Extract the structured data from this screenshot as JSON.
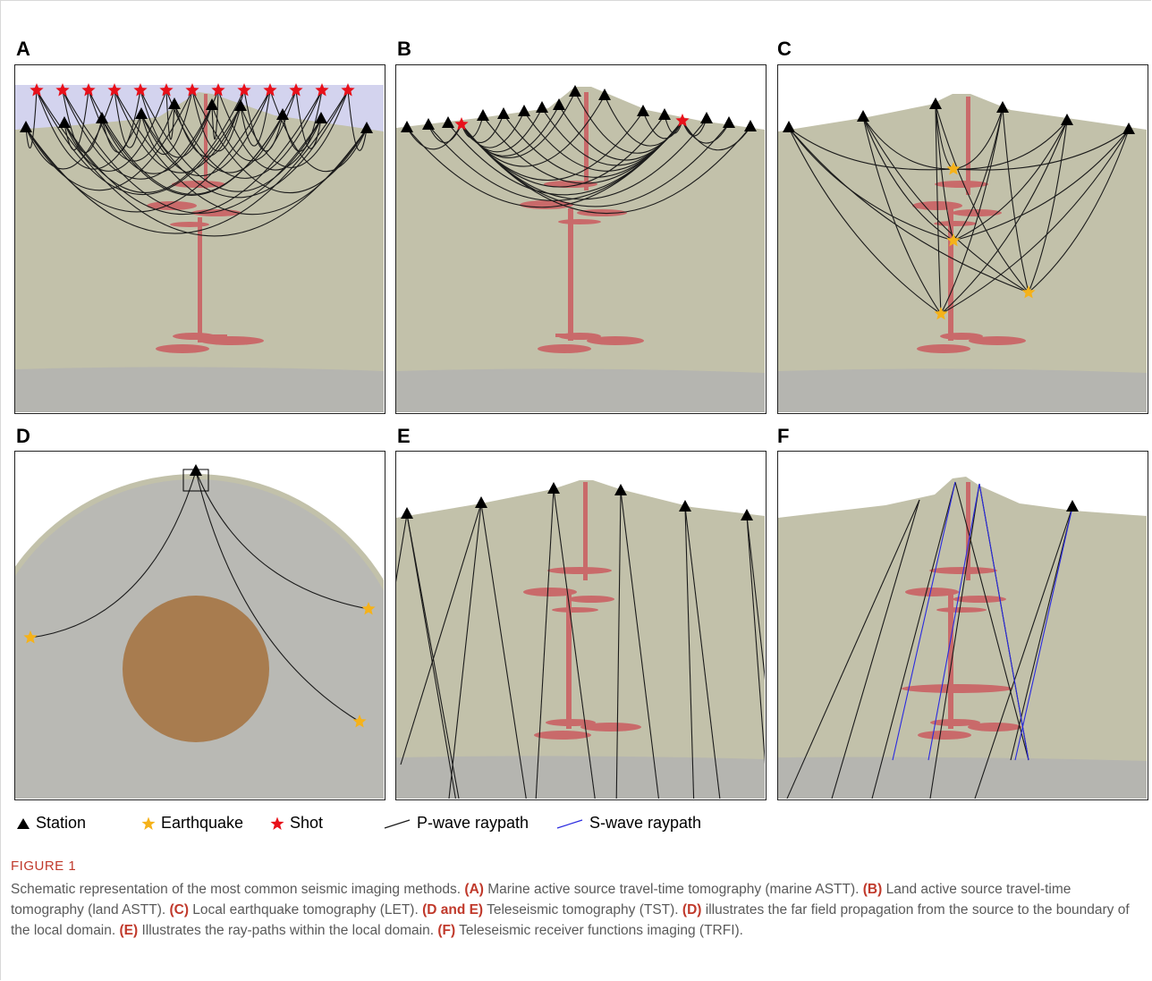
{
  "panels": [
    {
      "id": "A",
      "label": "A"
    },
    {
      "id": "B",
      "label": "B"
    },
    {
      "id": "C",
      "label": "C"
    },
    {
      "id": "D",
      "label": "D"
    },
    {
      "id": "E",
      "label": "E"
    },
    {
      "id": "F",
      "label": "F"
    }
  ],
  "legend": {
    "station": "Station",
    "earthquake": "Earthquake",
    "shot": "Shot",
    "p_wave": "P-wave raypath",
    "s_wave": "S-wave raypath"
  },
  "caption": {
    "title": "FIGURE 1",
    "parts": [
      {
        "text": "Schematic representation of the most common seismic imaging methods. "
      },
      {
        "text": "(A)",
        "bold": true
      },
      {
        "text": " Marine active source travel-time tomography (marine ASTT). "
      },
      {
        "text": "(B)",
        "bold": true
      },
      {
        "text": " Land active source travel-time tomography (land ASTT). "
      },
      {
        "text": "(C)",
        "bold": true
      },
      {
        "text": " Local earthquake tomography (LET). "
      },
      {
        "text": "(D and E)",
        "bold": true
      },
      {
        "text": " Teleseismic tomography (TST). "
      },
      {
        "text": "(D)",
        "bold": true
      },
      {
        "text": " illustrates the far field propagation from the source to the boundary of the local domain. "
      },
      {
        "text": "(E)",
        "bold": true
      },
      {
        "text": " Illustrates the ray-paths within the local domain. "
      },
      {
        "text": "(F)",
        "bold": true
      },
      {
        "text": " Teleseismic receiver functions imaging (TRFI)."
      }
    ]
  },
  "colors": {
    "crust": "#c2c1aa",
    "mantle": "#b5b5b0",
    "water": "#d3d3ee",
    "magma": "#c96a6a",
    "earthquake": "#f5b21a",
    "shot": "#e8101a",
    "core": "#a87c4f",
    "earth": "#b9b9b4",
    "p_wave": "#1a1a1a",
    "s_wave": "#2a2ae0",
    "accent": "#c0392b"
  }
}
